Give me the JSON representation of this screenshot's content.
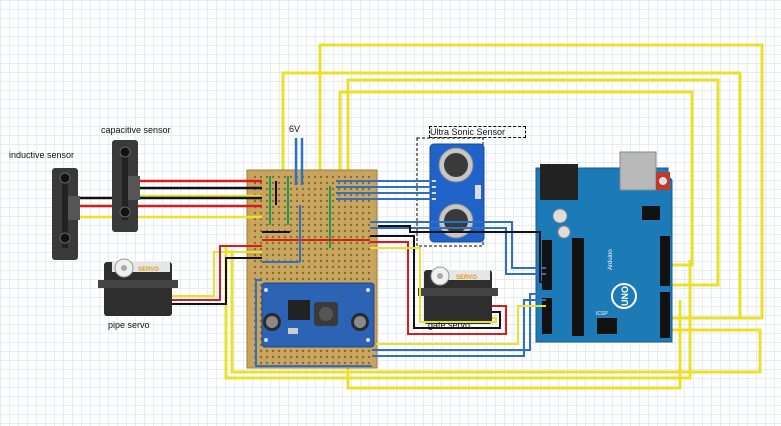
{
  "labels": {
    "inductive_sensor": "inductive sensor",
    "capacitive_sensor": "capacitive sensor",
    "supply": "6V",
    "ultrasonic_sensor": "Ultra Sonic Sensor",
    "pipe_servo": "pipe servo",
    "gate_servo": "gate servo",
    "servo_text": "SERVO",
    "arduino_logo": "UNO",
    "arduino_brand": "Arduino",
    "icsp": "ICSP"
  },
  "colors": {
    "wire_yellow": "#ece12a",
    "wire_red": "#d81b1b",
    "wire_black": "#111111",
    "wire_blue": "#2f6fc4",
    "wire_green": "#1e9a55",
    "perfboard": "#c8a25a",
    "arduino": "#1c7bb6",
    "buck_module": "#2d63b5"
  }
}
